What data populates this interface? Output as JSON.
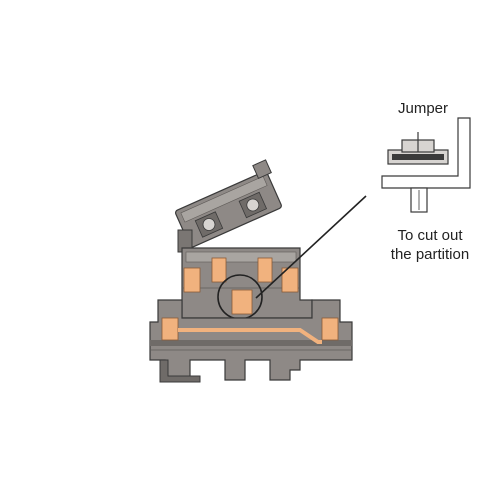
{
  "labels": {
    "jumper": "Jumper",
    "cut_line_1": "To cut out",
    "cut_line_2": "the partition"
  },
  "colors": {
    "housing": "#8e8986",
    "housing_dark": "#5f5b58",
    "housing_light": "#b3afab",
    "contact": "#f1b27e",
    "contact_dark": "#c9875a",
    "outline": "#3a3a3a",
    "background": "#ffffff"
  },
  "icons": {
    "terminal_block": "fuse-terminal-block-drawing",
    "jumper_detail": "jumper-detail-inset"
  }
}
